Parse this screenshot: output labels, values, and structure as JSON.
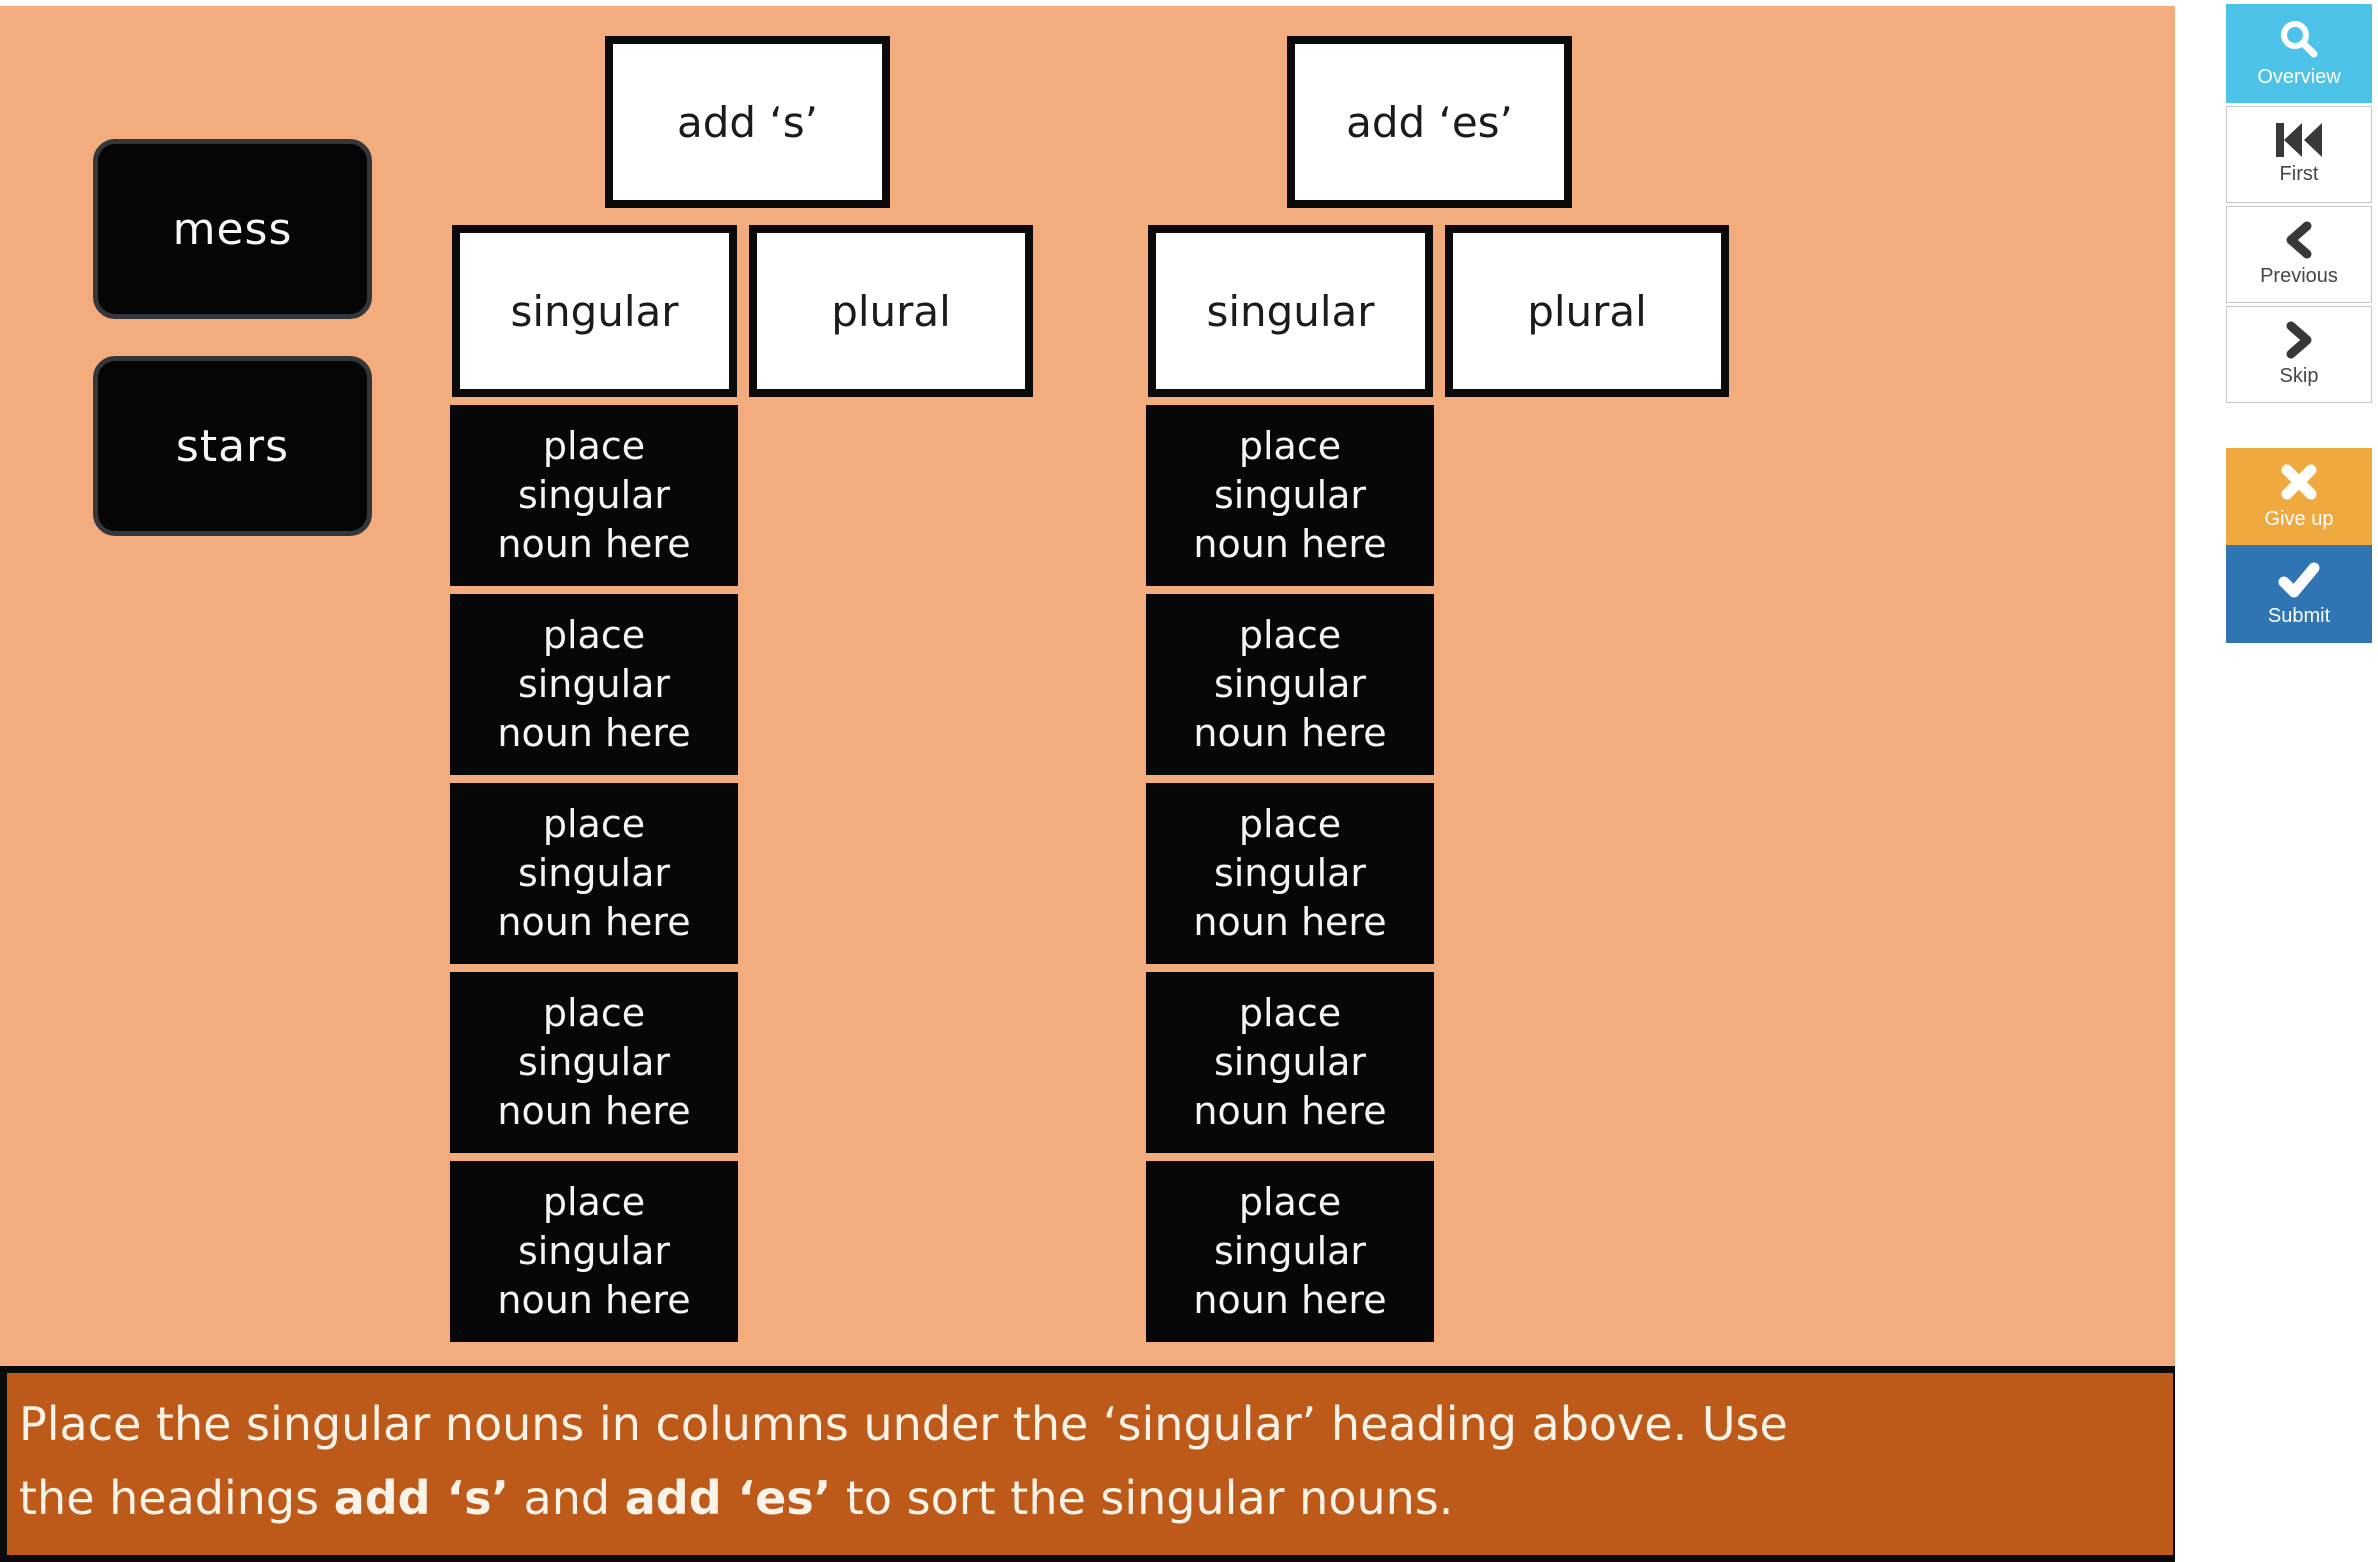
{
  "activity": {
    "word_cards": [
      {
        "label": "mess"
      },
      {
        "label": "stars"
      }
    ],
    "groups": [
      {
        "heading": "add ‘s’",
        "singular_label": "singular",
        "plural_label": "plural",
        "slot_text": "place\nsingular\nnoun here"
      },
      {
        "heading": "add ‘es’",
        "singular_label": "singular",
        "plural_label": "plural",
        "slot_text": "place\nsingular\nnoun here"
      }
    ],
    "instruction": {
      "line1": "Place the singular nouns in columns under the ‘singular’ heading above. Use",
      "line2_parts": [
        {
          "text": "the headings "
        },
        {
          "text": "add ‘s’"
        },
        {
          "text": " and "
        },
        {
          "text": "add ‘es’"
        },
        {
          "text": " to sort the singular nouns."
        }
      ]
    }
  },
  "sidebar": {
    "overview": {
      "label": "Overview",
      "icon": "magnifier-icon"
    },
    "first": {
      "label": "First",
      "icon": "skip-to-start-icon"
    },
    "previous": {
      "label": "Previous",
      "icon": "chevron-left-icon"
    },
    "skip": {
      "label": "Skip",
      "icon": "chevron-right-icon"
    },
    "give_up": {
      "label": "Give up",
      "icon": "x-icon"
    },
    "submit": {
      "label": "Submit",
      "icon": "check-icon"
    }
  },
  "colors": {
    "board_background": "#F3AC7D",
    "instruction_bar": "#BD5A1A",
    "overview_button": "#4EC3E9",
    "give_up_button": "#F0A93E",
    "submit_button": "#2F75B4",
    "slot_background": "#070707"
  }
}
